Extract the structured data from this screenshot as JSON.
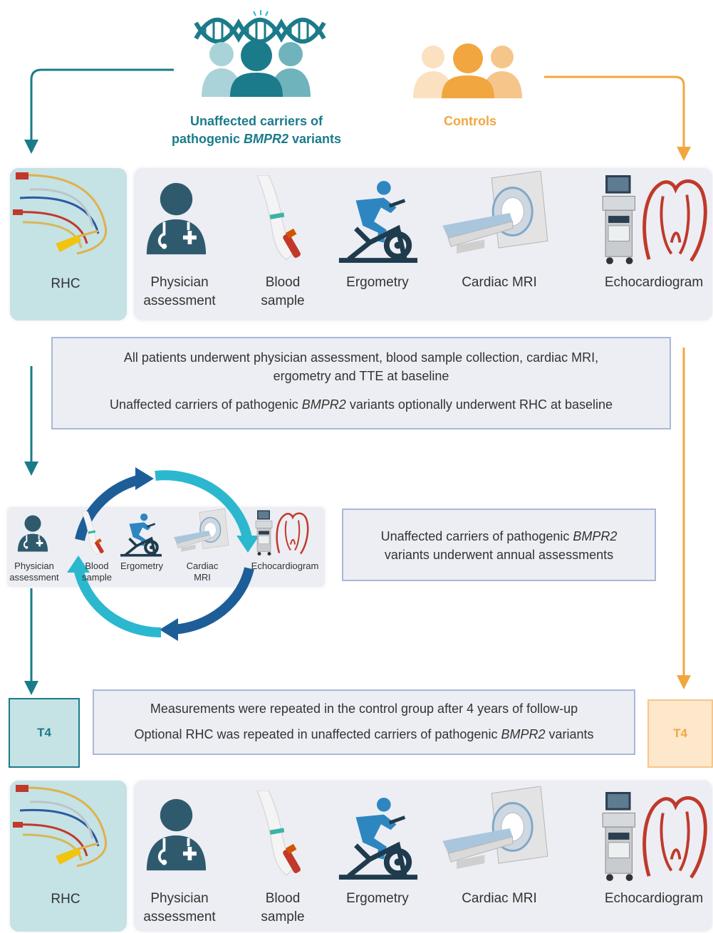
{
  "groups": {
    "carriers_line1": "Unaffected carriers of",
    "carriers_line2_pre": "pathogenic ",
    "carriers_line2_gene": "BMPR2",
    "carriers_line2_post": " variants",
    "controls": "Controls"
  },
  "baseline_row": {
    "rhc": "RHC",
    "physician_1": "Physician",
    "physician_2": "assessment",
    "blood_1": "Blood",
    "blood_2": "sample",
    "ergometry": "Ergometry",
    "mri": "Cardiac MRI",
    "echo": "Echocardiogram"
  },
  "baseline_box": {
    "line1": "All patients underwent physician assessment, blood sample collection, cardiac MRI,",
    "line2": "ergometry and TTE at baseline",
    "line3_pre": "Unaffected carriers of pathogenic ",
    "line3_gene": "BMPR2",
    "line3_post": " variants optionally underwent RHC at baseline"
  },
  "annual_row": {
    "physician_1": "Physician",
    "physician_2": "assessment",
    "blood_1": "Blood",
    "blood_2": "sample",
    "ergometry": "Ergometry",
    "mri_1": "Cardiac",
    "mri_2": "MRI",
    "echo": "Echocardiogram"
  },
  "annual_box": {
    "line1_pre": "Unaffected carriers of pathogenic ",
    "line1_gene": "BMPR2",
    "line2": "variants underwent annual assessments"
  },
  "t4": {
    "left": "T4",
    "right": "T4",
    "line1": "Measurements were repeated in the control group after 4 years of follow-up",
    "line2_pre": "Optional RHC was repeated in unaffected carriers of pathogenic ",
    "line2_gene": "BMPR2",
    "line2_post": " variants"
  },
  "followup_row": {
    "rhc": "RHC",
    "physician_1": "Physician",
    "physician_2": "assessment",
    "blood_1": "Blood",
    "blood_2": "sample",
    "ergometry": "Ergometry",
    "mri": "Cardiac MRI",
    "echo": "Echocardiogram"
  },
  "colors": {
    "teal": "#1b7b8a",
    "orange": "#f2a640",
    "panel_blue": "#c5e2e5",
    "panel_grey": "#eceef3",
    "box_border": "#a9b8d9",
    "cycle_dark": "#1d5e99",
    "cycle_light": "#2bb8cf"
  },
  "icons": [
    "dna-icon",
    "people-icon",
    "catheter-icon",
    "physician-icon",
    "blood-sample-icon",
    "ergometry-icon",
    "mri-icon",
    "echocardiogram-icon",
    "cycle-arrows-icon"
  ]
}
